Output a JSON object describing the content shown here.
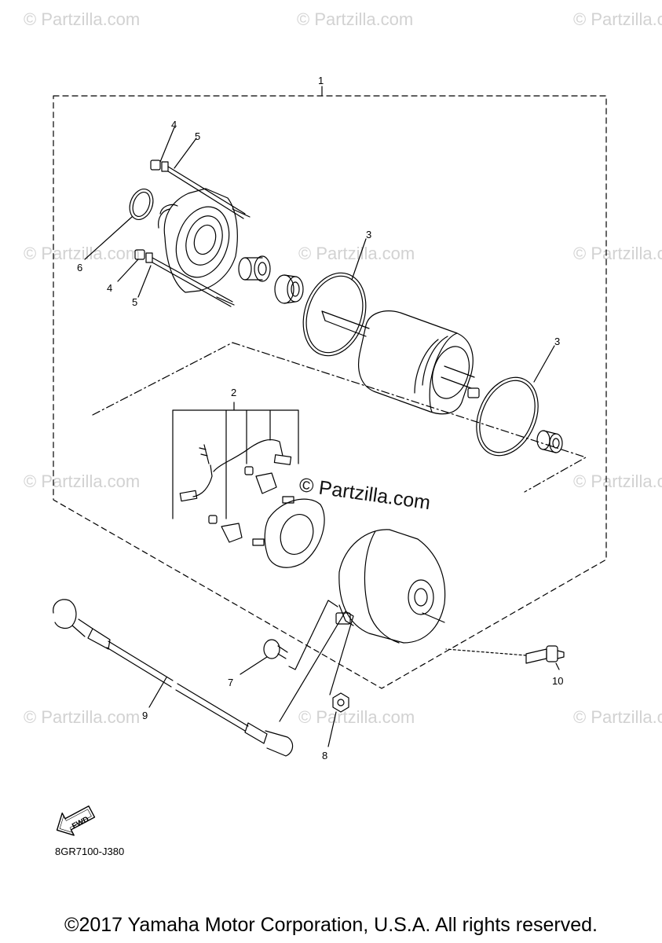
{
  "watermark": {
    "text": "© Partzilla.com",
    "center_text": "© Partzilla.com"
  },
  "callouts": {
    "c1": "1",
    "c2": "2",
    "c3a": "3",
    "c3b": "3",
    "c4a": "4",
    "c4b": "4",
    "c5a": "5",
    "c5b": "5",
    "c6": "6",
    "c7": "7",
    "c8": "8",
    "c9": "9",
    "c10": "10"
  },
  "fwd_label": "FWD",
  "diagram_code": "8GR7100-J380",
  "copyright": "©2017 Yamaha Motor Corporation, U.S.A. All rights reserved."
}
